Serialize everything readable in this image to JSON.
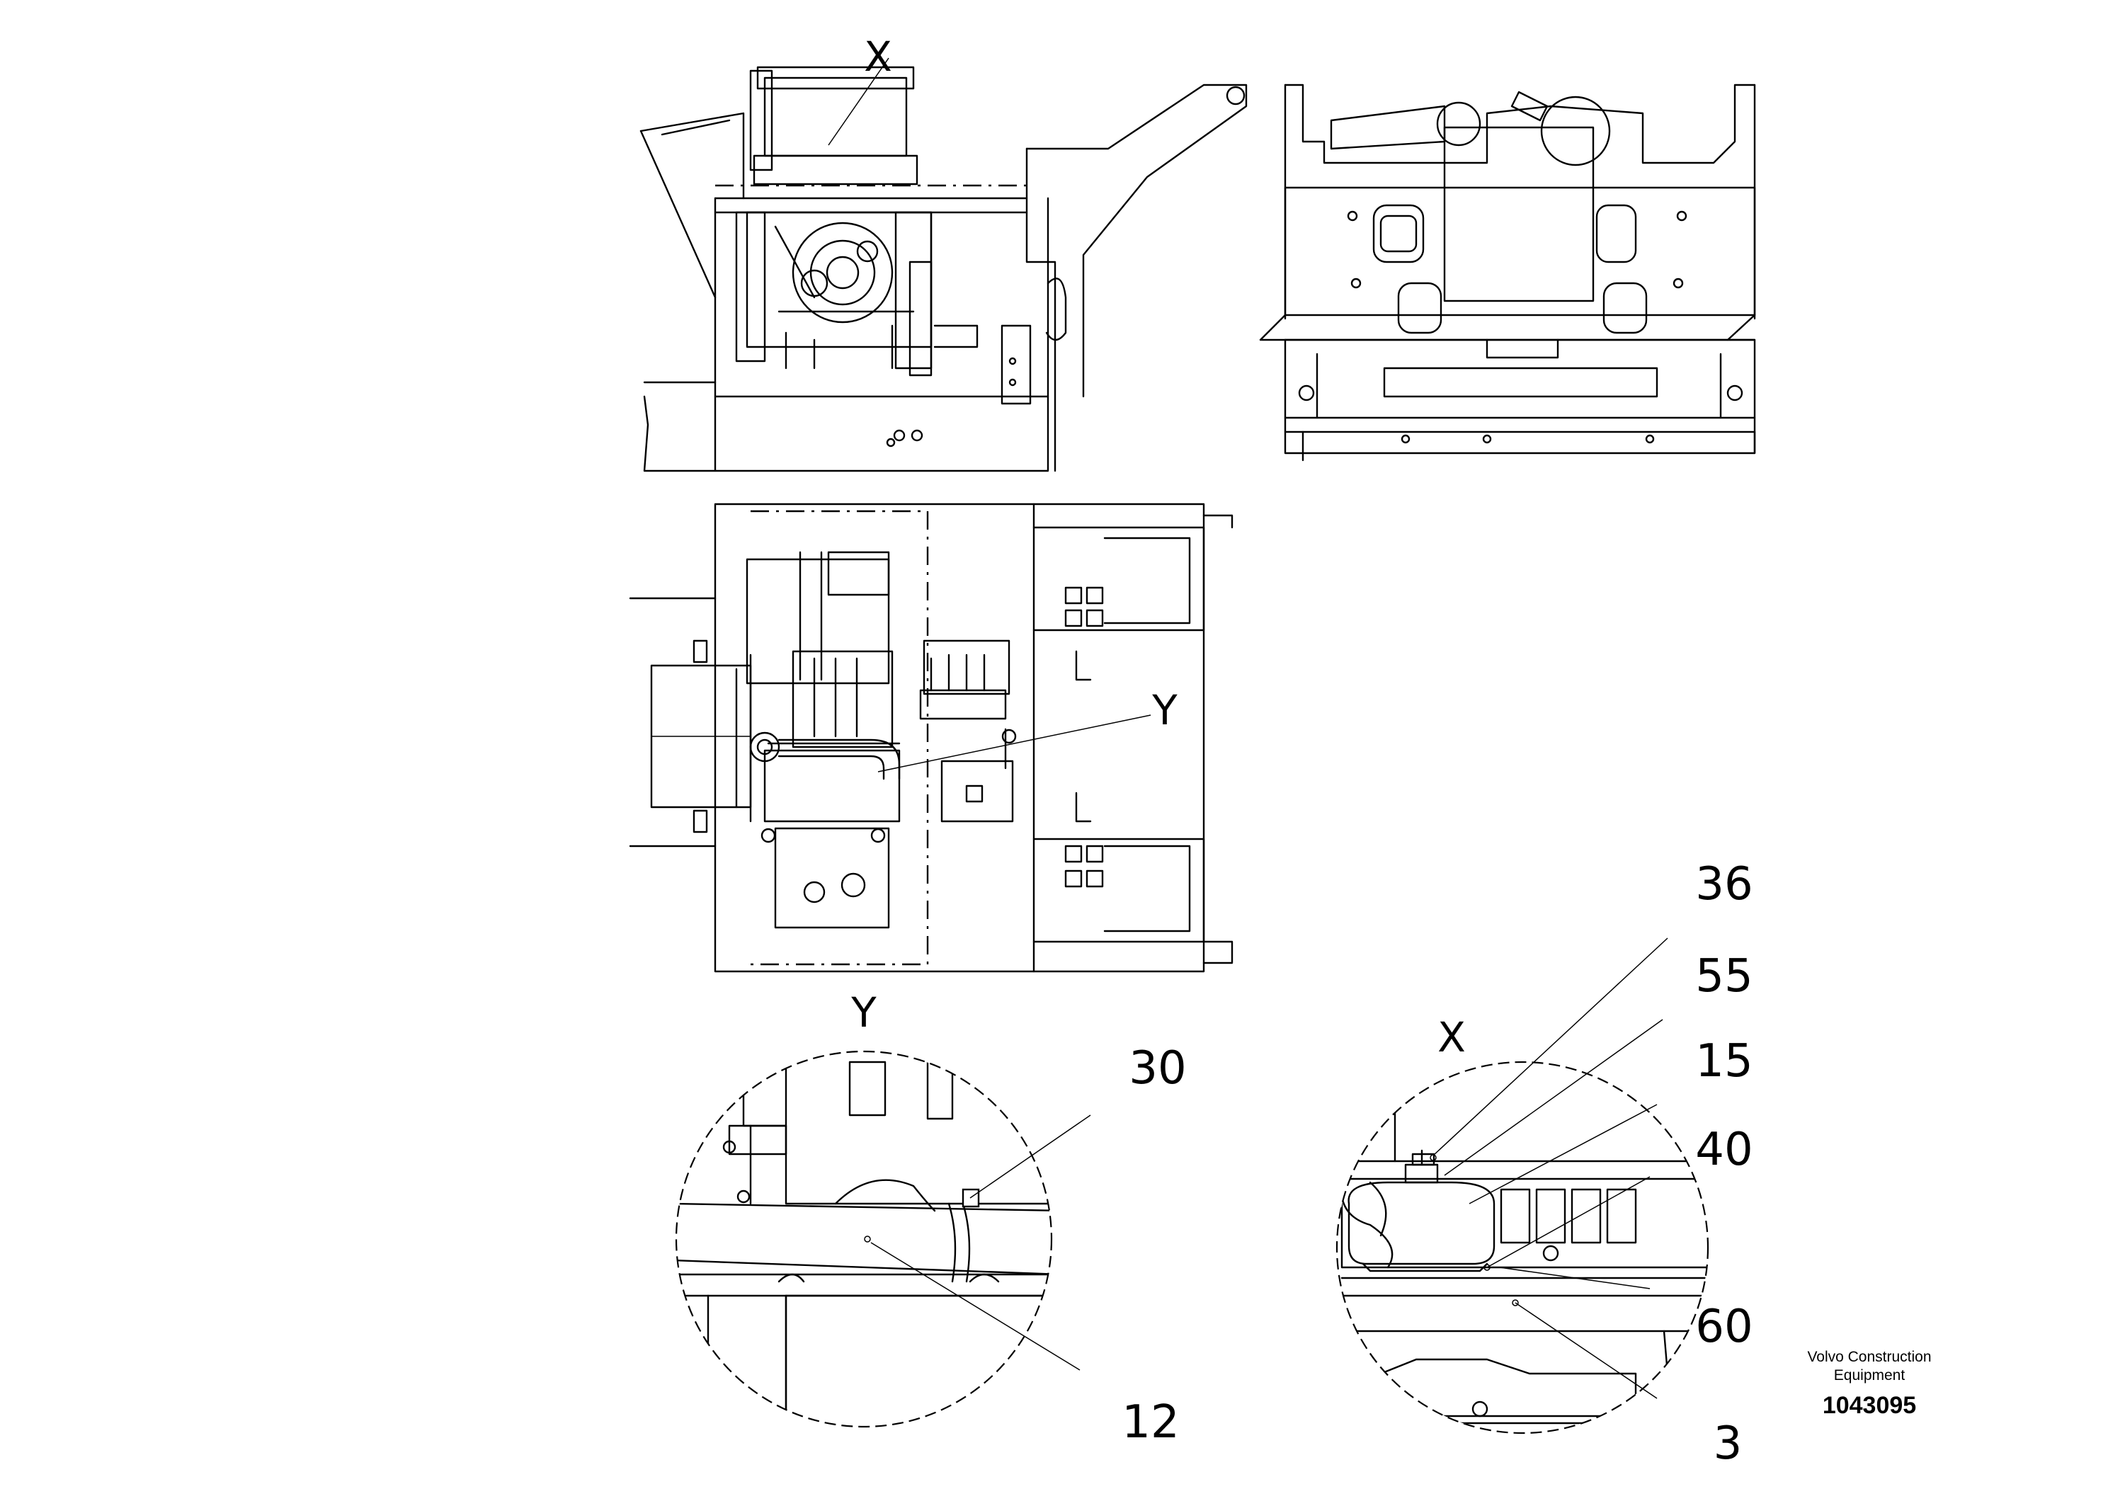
{
  "views": {
    "side": {
      "marker": "X"
    },
    "top": {
      "marker": "Y"
    },
    "detail_y": {
      "title": "Y",
      "callouts": [
        "30",
        "12"
      ]
    },
    "detail_x": {
      "title": "X",
      "callouts": [
        "36",
        "55",
        "15",
        "40",
        "60",
        "3"
      ]
    }
  },
  "title_block": {
    "company": "Volvo Construction Equipment",
    "document_number": "1043095"
  }
}
